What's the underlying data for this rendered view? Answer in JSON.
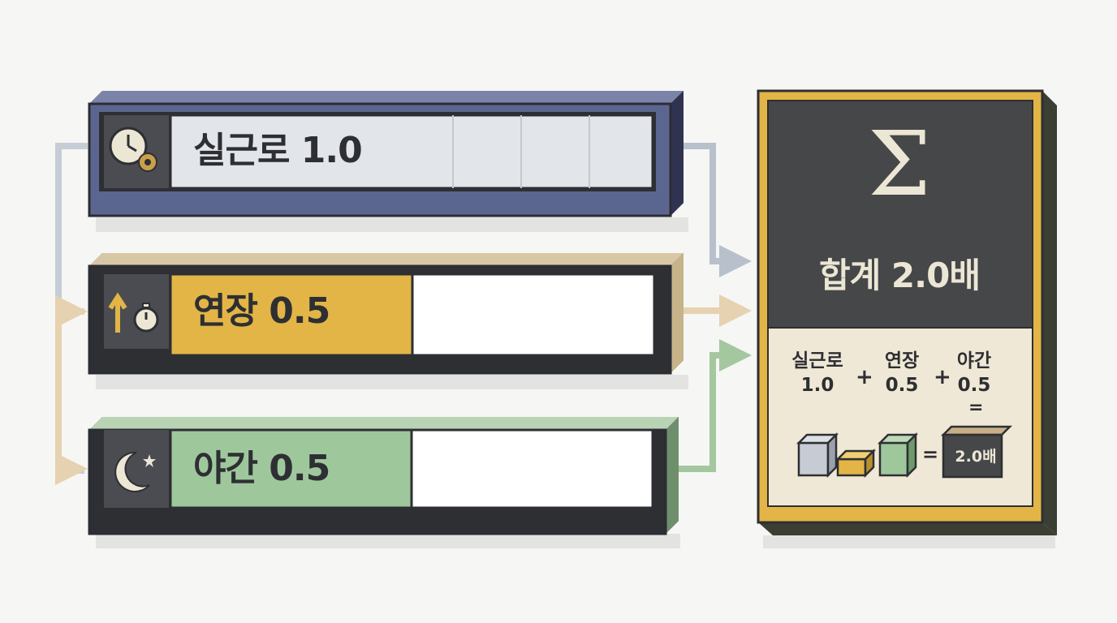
{
  "rows": [
    {
      "label": "실근로 1.0",
      "icon": "clock-gear-icon",
      "color": "#5b6690",
      "fill_color": "#e2e5ea",
      "filled_fraction": 1.0
    },
    {
      "label": "연장 0.5",
      "icon": "arrow-up-stopwatch-icon",
      "color": "#e2b546",
      "fill_color": "#e2b546",
      "filled_fraction": 0.5
    },
    {
      "label": "야간 0.5",
      "icon": "moon-star-icon",
      "color": "#9fc79c",
      "fill_color": "#9fc79c",
      "filled_fraction": 0.5
    }
  ],
  "total": {
    "symbol": "Σ",
    "label": "합계 2.0배",
    "border_color": "#e2b546",
    "panel_color": "#454749",
    "formula": [
      {
        "line1": "실근로",
        "line2": "1.0"
      },
      {
        "line1": "연장",
        "line2": "0.5"
      },
      {
        "line1": "야간",
        "line2": "0.5"
      }
    ],
    "plus": "+",
    "equals": "=",
    "result": "2.0배"
  }
}
